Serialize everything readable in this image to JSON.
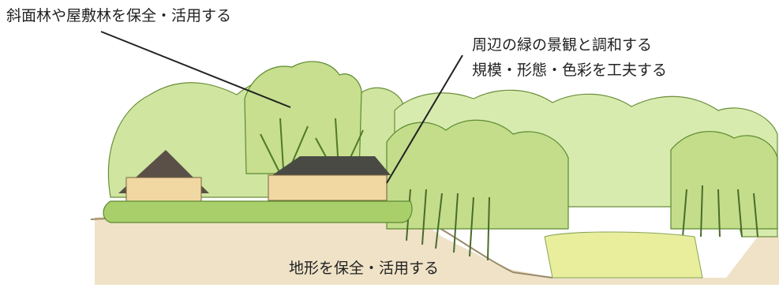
{
  "annotations": {
    "top_left": "斜面林や屋敷林を保全・活用する",
    "top_right_line1": "周辺の緑の景観と調和する",
    "top_right_line2": "規模・形態・色彩を工夫する",
    "bottom": "地形を保全・活用する"
  },
  "colors": {
    "foliage_light": "#d9eab0",
    "foliage_mid": "#b9d983",
    "foliage_dark": "#7fae4d",
    "roof": "#4a4a44",
    "wall": "#f1d8a2",
    "ground": "#e9d7b8",
    "field": "#e8ee9c",
    "ink": "#222222"
  }
}
